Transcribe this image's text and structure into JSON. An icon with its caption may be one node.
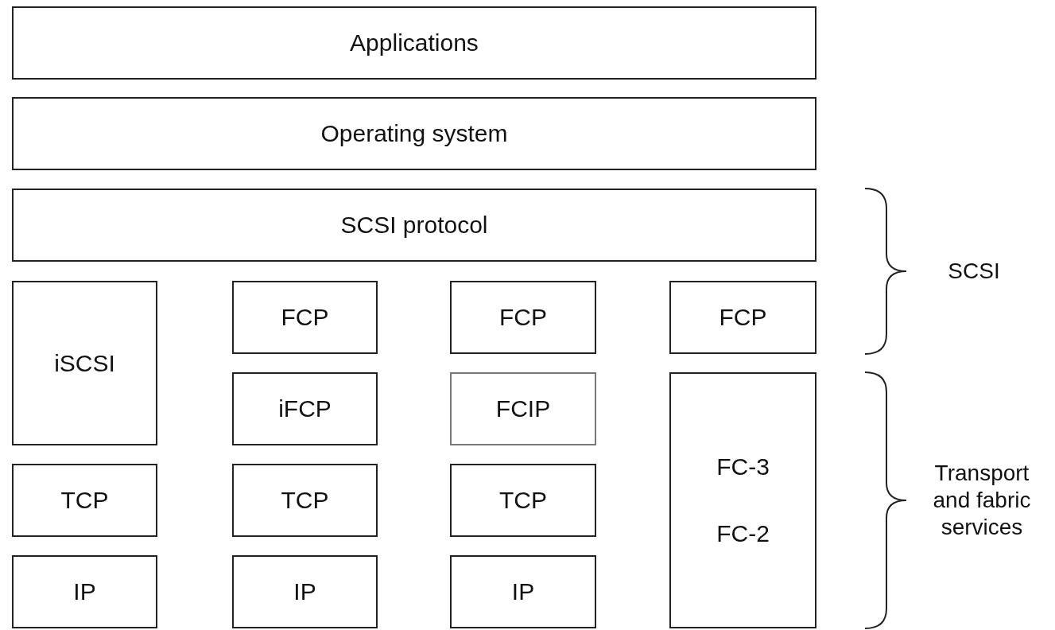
{
  "diagram": {
    "nodes": [
      {
        "text": [
          "Applications"
        ]
      },
      {
        "text": [
          "Operating system"
        ]
      },
      {
        "text": [
          "SCSI protocol"
        ]
      },
      {
        "text": [
          "iSCSI"
        ]
      },
      {
        "text": [
          "FCP"
        ]
      },
      {
        "text": [
          "FCP"
        ]
      },
      {
        "text": [
          "FCP"
        ]
      },
      {
        "text": [
          "iFCP"
        ]
      },
      {
        "text": [
          "FCIP"
        ]
      },
      {
        "text": [
          "FC-3",
          "FC-2"
        ]
      },
      {
        "text": [
          "TCP"
        ]
      },
      {
        "text": [
          "TCP"
        ]
      },
      {
        "text": [
          "TCP"
        ]
      },
      {
        "text": [
          "IP"
        ]
      },
      {
        "text": [
          "IP"
        ]
      },
      {
        "text": [
          "IP"
        ]
      }
    ],
    "labels": [
      "SCSI",
      "Transport and fabric services"
    ]
  }
}
